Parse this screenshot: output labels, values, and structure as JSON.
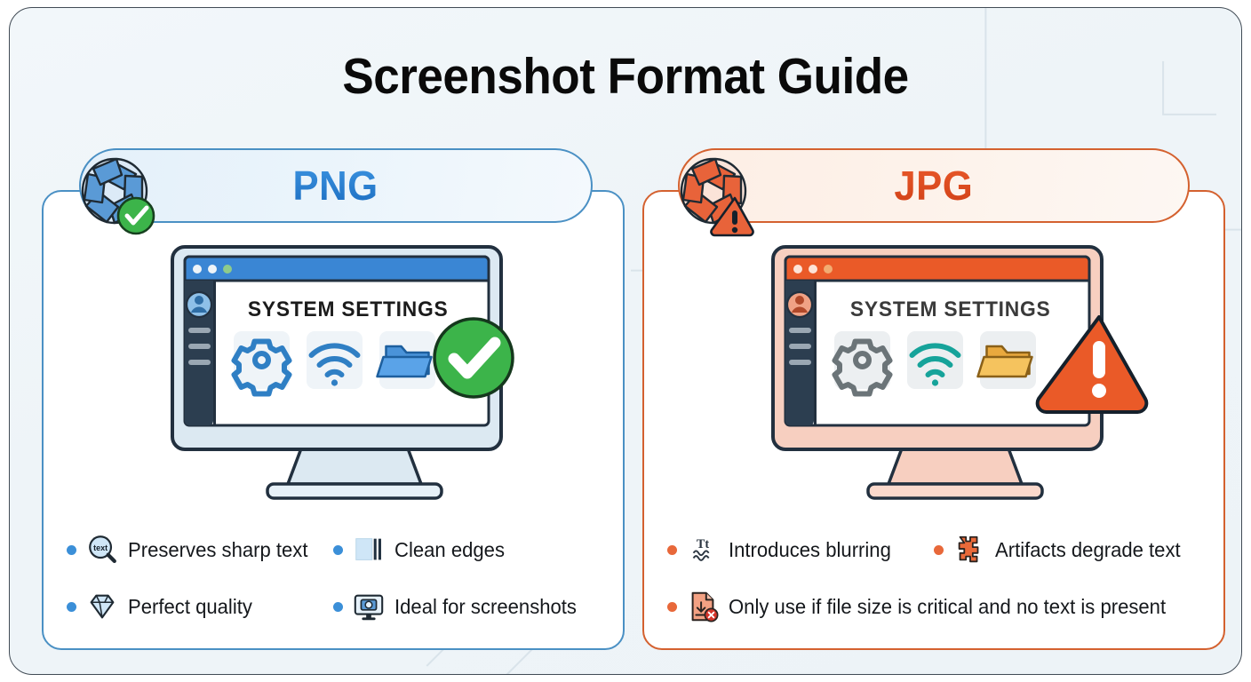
{
  "page": {
    "title": "Screenshot Format Guide"
  },
  "colors": {
    "png_accent": "#3b8fd8",
    "png_border": "#4a90c4",
    "jpg_accent": "#e8683a",
    "jpg_border": "#d4612f",
    "success_green": "#3cb44a",
    "warning_orange": "#e85c2b",
    "card_bg": "#eef4f8"
  },
  "png_panel": {
    "badge_label": "PNG",
    "aperture_icon": "aperture-icon",
    "status_icon": "check-circle-icon",
    "screen": {
      "heading": "SYSTEM SETTINGS",
      "titlebar_dots": [
        "#e9eef3",
        "#e9eef3",
        "#7ec97e"
      ],
      "avatar_icon": "user-avatar-icon",
      "menu_lines": 3,
      "tiles": [
        "gear-icon",
        "wifi-icon",
        "folder-icon"
      ],
      "verdict_icon": "green-check-circle-icon"
    },
    "bullets": [
      {
        "icon": "magnifier-text-icon",
        "label": "Preserves sharp text"
      },
      {
        "icon": "clean-edges-icon",
        "label": "Clean edges"
      },
      {
        "icon": "diamond-icon",
        "label": "Perfect quality"
      },
      {
        "icon": "monitor-camera-icon",
        "label": "Ideal for screenshots"
      }
    ]
  },
  "jpg_panel": {
    "badge_label": "JPG",
    "aperture_icon": "aperture-icon",
    "status_icon": "warning-triangle-icon",
    "screen": {
      "heading": "SYSTEM SETTINGS",
      "titlebar_dots": [
        "#fce2d6",
        "#fce2d6",
        "#f0a868"
      ],
      "avatar_icon": "user-avatar-icon",
      "menu_lines": 3,
      "tiles": [
        "gear-icon",
        "wifi-icon",
        "folder-icon"
      ],
      "verdict_icon": "warning-triangle-icon"
    },
    "bullets": [
      {
        "icon": "blurry-text-icon",
        "label": "Introduces blurring"
      },
      {
        "icon": "pixel-artifacts-icon",
        "label": "Artifacts degrade text"
      },
      {
        "icon": "file-download-error-icon",
        "label": "Only use if file size is critical and no text is present"
      }
    ]
  }
}
